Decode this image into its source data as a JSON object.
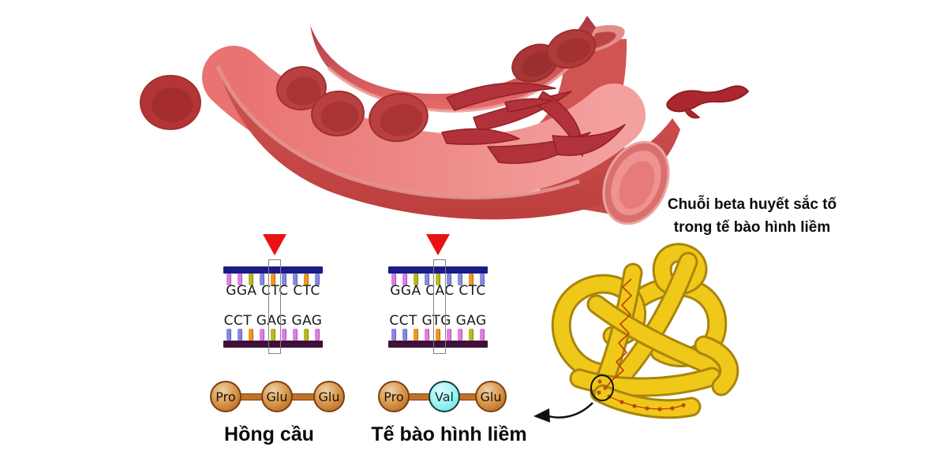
{
  "caption": {
    "line1": "Chuỗi beta huyết sắc tố",
    "line2": "trong tế bào hình liềm"
  },
  "dna": {
    "base_colors": {
      "G": "#df7de6",
      "A": "#b9ba1b",
      "C": "#8689e2",
      "T": "#f0961f"
    },
    "strand_top_color": "#1a1b86",
    "strand_bottom_color": "#3f1039",
    "marker_color": "#ea1111",
    "normal": {
      "top_codons": "GGA CTC CTC",
      "bottom_codons": "CCT GAG GAG",
      "top_seq": "GGACTCCTC",
      "bottom_seq": "CCTGAGGAG",
      "label": "Hồng cầu"
    },
    "sickle": {
      "top_codons": "GGA CAC CTC",
      "bottom_codons": "CCT GTG GAG",
      "top_seq": "GGACACCTC",
      "bottom_seq": "CCTGTGGAG",
      "label": "Tế bào hình liềm"
    }
  },
  "chains": {
    "normal": {
      "residues": [
        "Pro",
        "Glu",
        "Glu"
      ]
    },
    "sickle": {
      "residues": [
        "Pro",
        "Val",
        "Glu"
      ],
      "mutated_residue": "Val"
    },
    "residue_color": "#c0762c",
    "mutated_color": "#8deef0"
  },
  "colors": {
    "vessel_wall": "#c64543",
    "vessel_lumen": "#ee8280",
    "blood_cell": "#b53a3a",
    "sickle_cell": "#b1323a",
    "protein_ribbon": "#efc81a",
    "mutation_marker": "#ea1111"
  }
}
